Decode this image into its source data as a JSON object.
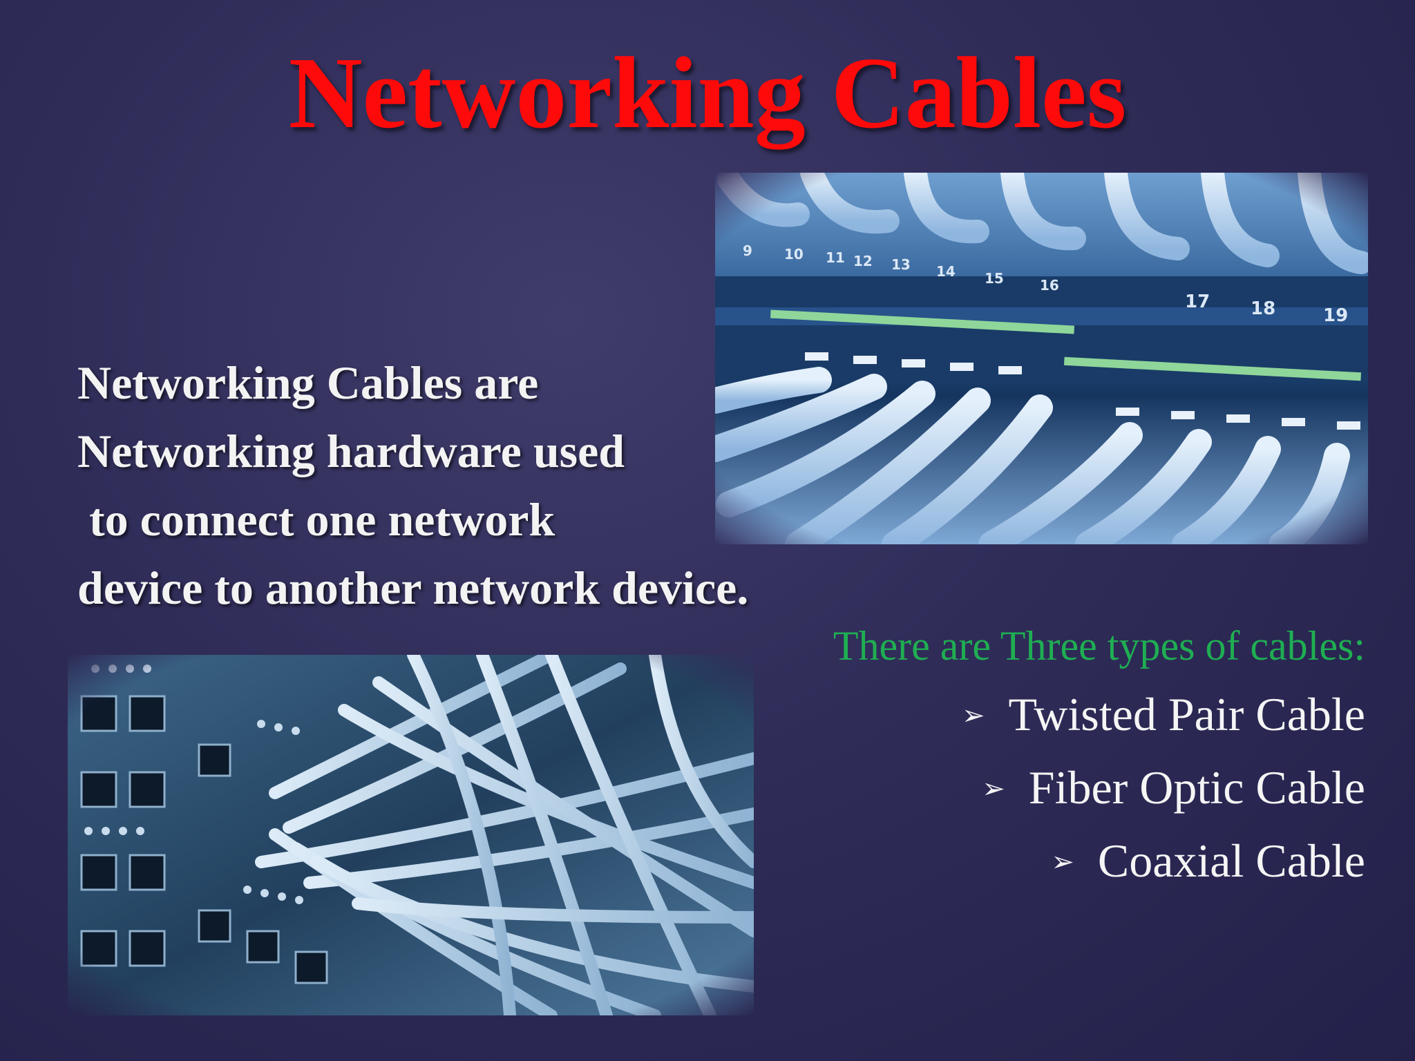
{
  "slide": {
    "title": "Networking Cables",
    "intro_lines": [
      "Networking Cables are",
      "Networking hardware used",
      " to connect one network",
      "device to another network device."
    ],
    "types_heading": "There are Three types of cables:",
    "bullet_glyph": "➢",
    "cable_types": [
      "Twisted Pair Cable",
      "Fiber Optic Cable",
      "Coaxial Cable"
    ]
  },
  "photos": {
    "top_port_numbers": [
      "9",
      "10",
      "11",
      "12",
      "13",
      "14",
      "15",
      "16",
      "17",
      "18",
      "19"
    ],
    "top_icon": "network-switch-photo-icon",
    "bottom_icon": "patch-panel-cables-photo-icon"
  },
  "colors": {
    "title": "#ff0a0a",
    "heading_green": "#1fae52",
    "body_text": "#f3f3f3",
    "background": "#2f2c58"
  }
}
